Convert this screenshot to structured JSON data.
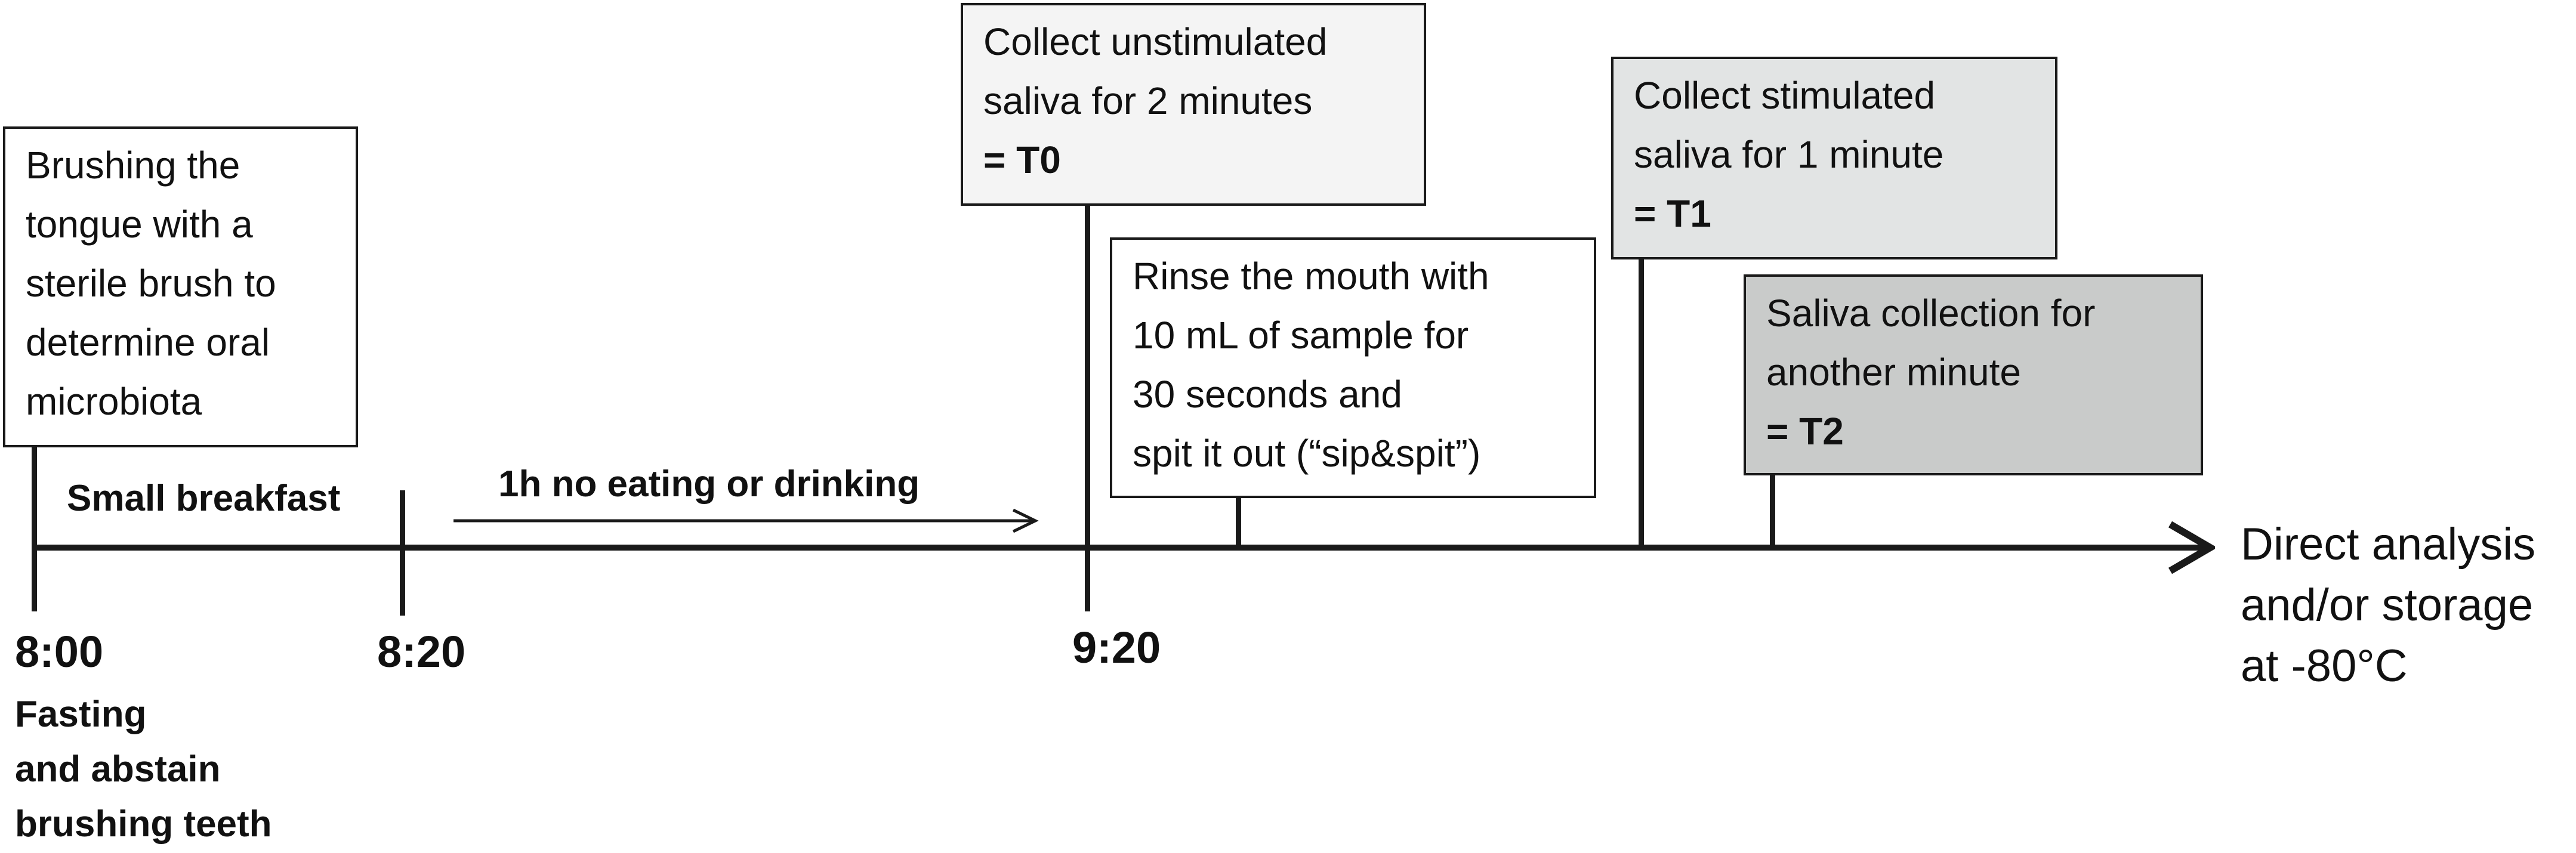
{
  "boxes": {
    "brushing": {
      "lines": [
        "Brushing the",
        "tongue with a",
        "sterile brush to",
        "determine oral",
        "microbiota"
      ],
      "bg": "#ffffff"
    },
    "t0": {
      "lines": [
        "Collect unstimulated",
        "saliva for 2 minutes"
      ],
      "bold": "= T0",
      "bg": "#f4f4f4"
    },
    "rinse": {
      "lines": [
        "Rinse the mouth with",
        "10 mL of sample for",
        "30 seconds and",
        "spit it out (“sip&spit”)"
      ],
      "bg": "#ffffff"
    },
    "t1": {
      "lines": [
        "Collect stimulated",
        "saliva for 1 minute"
      ],
      "bold": "= T1",
      "bg": "#e2e4e4"
    },
    "t2": {
      "lines": [
        "Saliva collection for",
        "another minute"
      ],
      "bold": "= T2",
      "bg": "#c9cbca"
    }
  },
  "timeline": {
    "times": [
      "8:00",
      "8:20",
      "9:20"
    ],
    "small_breakfast": "Small breakfast",
    "no_eating": "1h no eating or drinking",
    "fasting_lines": [
      "Fasting",
      "and abstain",
      "brushing teeth"
    ],
    "end_lines": [
      "Direct analysis",
      "and/or storage",
      "at -80°C"
    ]
  },
  "colors": {
    "line": "#1a1a1a"
  }
}
